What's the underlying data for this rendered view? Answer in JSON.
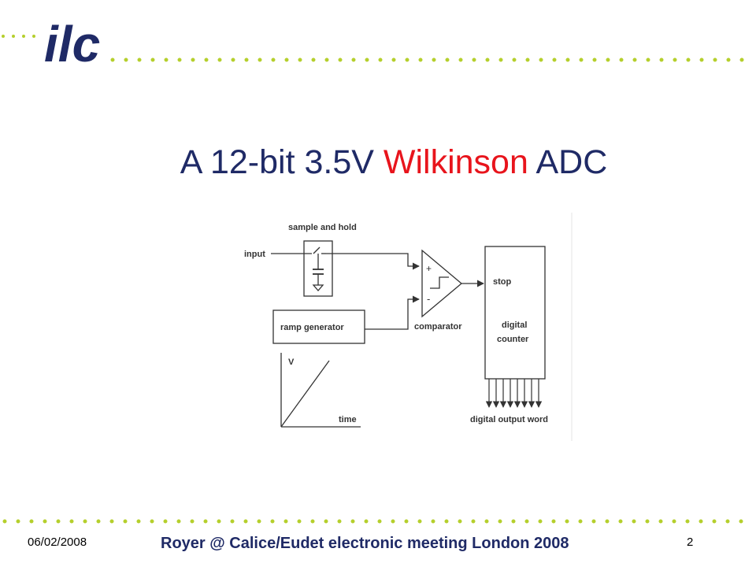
{
  "header": {
    "logo_text": "ilc"
  },
  "slide": {
    "title_part1": "A 12-bit 3.5V ",
    "title_highlight": "Wilkinson",
    "title_part2": " ADC"
  },
  "diagram": {
    "labels": {
      "sample_and_hold": "sample and hold",
      "input": "input",
      "plus": "+",
      "minus": "-",
      "stop": "stop",
      "ramp_generator": "ramp generator",
      "comparator": "comparator",
      "digital": "digital",
      "counter": "counter",
      "v_axis": "V",
      "time_axis": "time",
      "digital_output_word": "digital output word"
    }
  },
  "footer": {
    "date": "06/02/2008",
    "text": "Royer @ Calice/Eudet electronic meeting London 2008",
    "page_number": "2"
  },
  "colors": {
    "accent_green": "#b5cf2c",
    "title_navy": "#1f2a66",
    "highlight_red": "#e8141c"
  }
}
